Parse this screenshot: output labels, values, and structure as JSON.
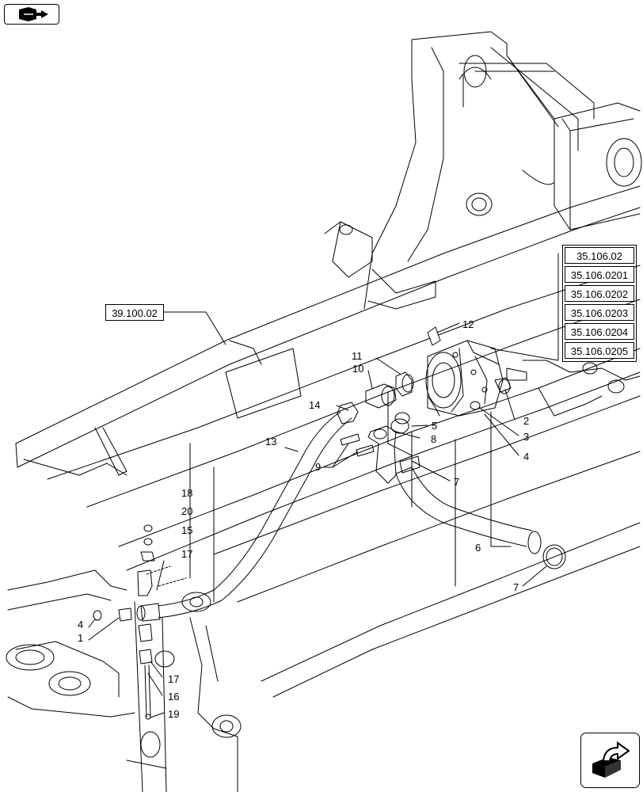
{
  "refs": {
    "left": "39.100.02",
    "right": [
      "35.106.02",
      "35.106.0201",
      "35.106.0202",
      "35.106.0203",
      "35.106.0204",
      "35.106.0205"
    ]
  },
  "callouts": [
    {
      "id": "c1",
      "text": "1"
    },
    {
      "id": "c2",
      "text": "2"
    },
    {
      "id": "c3",
      "text": "3"
    },
    {
      "id": "c4a",
      "text": "4"
    },
    {
      "id": "c4b",
      "text": "4"
    },
    {
      "id": "c5",
      "text": "5"
    },
    {
      "id": "c6",
      "text": "6"
    },
    {
      "id": "c7a",
      "text": "7"
    },
    {
      "id": "c7b",
      "text": "7"
    },
    {
      "id": "c8",
      "text": "8"
    },
    {
      "id": "c9",
      "text": "9"
    },
    {
      "id": "c10",
      "text": "10"
    },
    {
      "id": "c11",
      "text": "11"
    },
    {
      "id": "c12",
      "text": "12"
    },
    {
      "id": "c13",
      "text": "13"
    },
    {
      "id": "c14",
      "text": "14"
    },
    {
      "id": "c15",
      "text": "15"
    },
    {
      "id": "c16",
      "text": "16"
    },
    {
      "id": "c17a",
      "text": "17"
    },
    {
      "id": "c17b",
      "text": "17"
    },
    {
      "id": "c18",
      "text": "18"
    },
    {
      "id": "c19",
      "text": "19"
    },
    {
      "id": "c20",
      "text": "20"
    }
  ],
  "icons": {
    "prev": "book-arrow-icon",
    "next": "forward-arrow-icon"
  }
}
